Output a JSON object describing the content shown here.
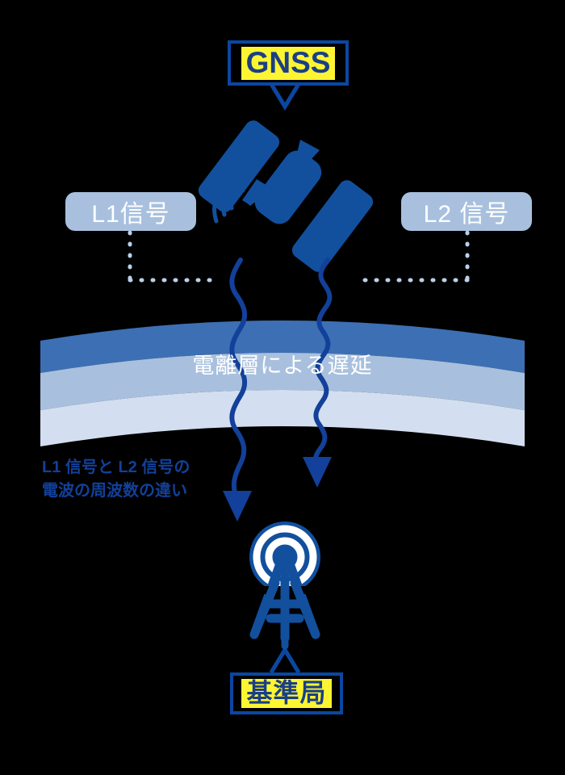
{
  "diagram": {
    "title": "GNSS ionosphere delay and base station",
    "background_color": "#000000",
    "accent_blue": "#0b47a1",
    "highlight_yellow": "#fdf531",
    "pill_blue": "#a8c0de"
  },
  "callouts": {
    "gnss": {
      "label": "GNSS",
      "text_color": "#1a3f86",
      "fill_color": "#fdf531",
      "border_color": "#0b47a1"
    },
    "base_station": {
      "label": "基準局",
      "text_color": "#1a3f86",
      "fill_color": "#fdf531",
      "border_color": "#0b47a1"
    }
  },
  "signals": {
    "l1": {
      "label": "L1信号",
      "pill_color": "#a8c0de",
      "text_color": "#ffffff"
    },
    "l2": {
      "label": "L2 信号",
      "pill_color": "#a8c0de",
      "text_color": "#ffffff"
    }
  },
  "ionosphere": {
    "label": "電離層による遅延",
    "text_color": "#ffffff",
    "bands": [
      {
        "name": "upper-band",
        "color": "#3d6fb4"
      },
      {
        "name": "middle-band",
        "color": "#a8c0de"
      },
      {
        "name": "lower-band",
        "color": "#d3dff0"
      }
    ]
  },
  "annotation": {
    "line1": "L1 信号と L2 信号の",
    "line2": "電波の周波数の違い",
    "text_color": "#12409a"
  },
  "icons": {
    "satellite": "satellite-icon",
    "satellite_waves": "signal-waves-icon",
    "base_station_tower": "radio-tower-icon"
  },
  "waves": {
    "left": {
      "name": "l1-wave-path",
      "color": "#12409a",
      "wavelength": "long",
      "arrow": "down"
    },
    "right": {
      "name": "l2-wave-path",
      "color": "#12409a",
      "wavelength": "short",
      "arrow": "down"
    }
  }
}
